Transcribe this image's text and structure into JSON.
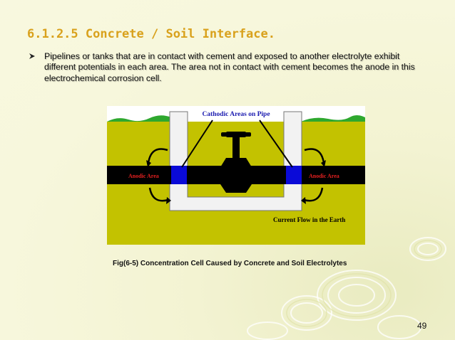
{
  "slide": {
    "title": "6.1.2.5 Concrete / Soil Interface.",
    "bullet_text": "Pipelines or tanks that are in contact with cement and exposed to another electrolyte exhibit different potentials in each area. The area not in contact with cement becomes the anode in this electrochemical corrosion cell.",
    "caption": "Fig(6-5) Concentration Cell Caused by Concrete and Soil Electrolytes",
    "page_number": "49"
  },
  "figure": {
    "label_cathodic": "Cathodic Areas on Pipe",
    "label_anodic_left": "Anodic Area",
    "label_anodic_right": "Anodic Area",
    "label_current": "Current Flow in the Earth"
  },
  "colors": {
    "title": "#d9a11c",
    "soil": "#c3c200",
    "pipe": "#000000",
    "cathode": "#0a0ad8",
    "anodic_label": "#e32020",
    "cathodic_label": "#1b1bb0",
    "grass": "#2ea82e",
    "concrete": "#f2f2f2"
  },
  "icons": {
    "bullet": "arrowhead-bullet-icon"
  }
}
